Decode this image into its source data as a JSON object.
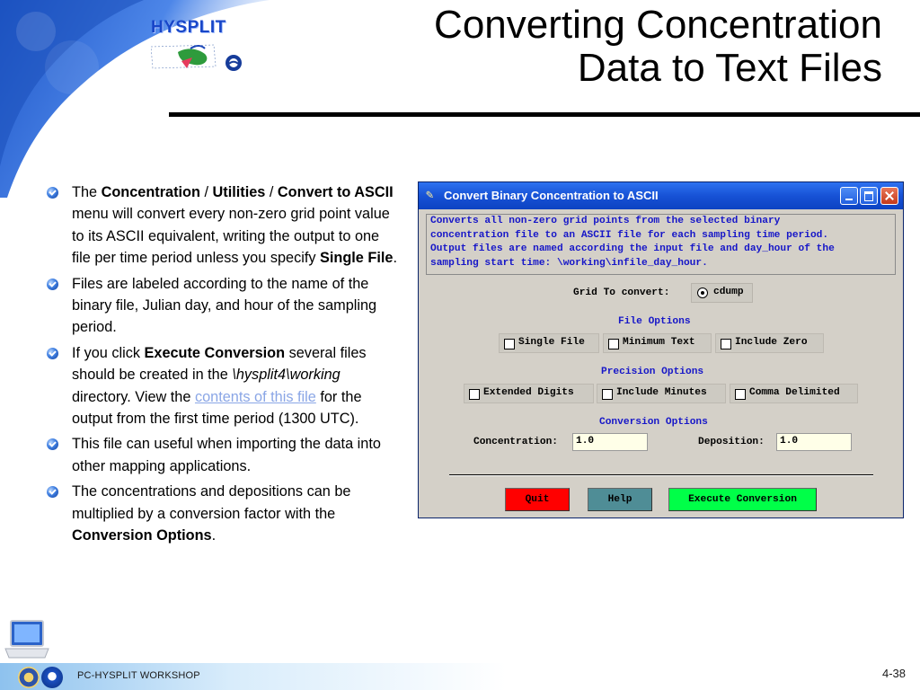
{
  "header": {
    "logo_text": "HYSPLIT",
    "title_line1": "Converting Concentration",
    "title_line2": "Data to Text Files"
  },
  "bullets": {
    "b1": {
      "t1": "The ",
      "t2": "Concentration",
      "t3": " / ",
      "t4": "Utilities",
      "t5": " / ",
      "t6": "Convert to ASCII",
      "t7": " menu will convert every non-zero grid point value to its ASCII equivalent, writing the output to one file per time period unless you specify ",
      "t8": "Single File",
      "t9": "."
    },
    "b2": " Files are labeled according to the name of the binary file, Julian day, and hour of the sampling period.",
    "b3": {
      "t1": "If you click ",
      "t2": "Execute Conversion",
      "t3": " several files should be created in the ",
      "t4": "\\hysplit4\\working",
      "t5": " directory. View the ",
      "link": "contents of this file",
      "t6": " for the output from the first time period (1300 UTC)."
    },
    "b4": "This file can useful when importing the data into other mapping applications.",
    "b5": {
      "t1": "The concentrations and depositions can be multiplied by a conversion factor with the ",
      "t2": "Conversion Options",
      "t3": "."
    }
  },
  "dialog": {
    "title": "Convert Binary Concentration to ASCII",
    "description": "Converts all non-zero grid points from the selected binary\nconcentration file to an ASCII file for each sampling time period.\nOutput files are named according the input file and day_hour of the\nsampling start time: \\working\\infile_day_hour.",
    "grid_label": "Grid To convert:",
    "grid_option": "cdump",
    "file_options_title": "File Options",
    "single_file": "Single File",
    "minimum_text": "Minimum Text",
    "include_zero": "Include Zero",
    "precision_options_title": "Precision Options",
    "extended_digits": "Extended Digits",
    "include_minutes": "Include Minutes",
    "comma_delimited": "Comma Delimited",
    "conversion_options_title": "Conversion Options",
    "concentration_label": "Concentration:",
    "concentration_value": "1.0",
    "deposition_label": "Deposition:",
    "deposition_value": "1.0",
    "quit": "Quit",
    "help": "Help",
    "execute": "Execute Conversion"
  },
  "footer": {
    "workshop": "PC-HYSPLIT WORKSHOP",
    "page": "4-38"
  },
  "colors": {
    "titlebar": "#1752d6",
    "dialog_text_blue": "#1616c8",
    "quit_button": "#ff0000",
    "help_button": "#4f8d96",
    "execute_button": "#00ff48"
  }
}
